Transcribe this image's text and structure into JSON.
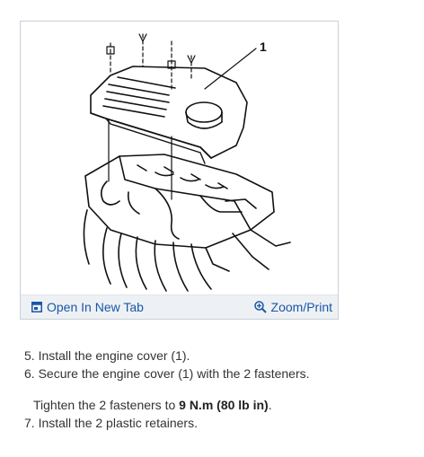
{
  "figure": {
    "callout": "1",
    "open_label": "Open In New Tab",
    "zoom_label": "Zoom/Print",
    "link_color": "#1a56a8",
    "open_icon": "open-in-new-tab-icon",
    "zoom_icon": "magnifier-plus-icon"
  },
  "steps": {
    "step5": "5. Install the engine cover (1).",
    "step6": "6. Secure the engine cover (1) with the 2 fasteners.",
    "torque_prefix": "Tighten the 2 fasteners to ",
    "torque_value": "9 N.m (80 lb in)",
    "torque_suffix": ".",
    "step7": "7. Install the 2 plastic retainers."
  }
}
